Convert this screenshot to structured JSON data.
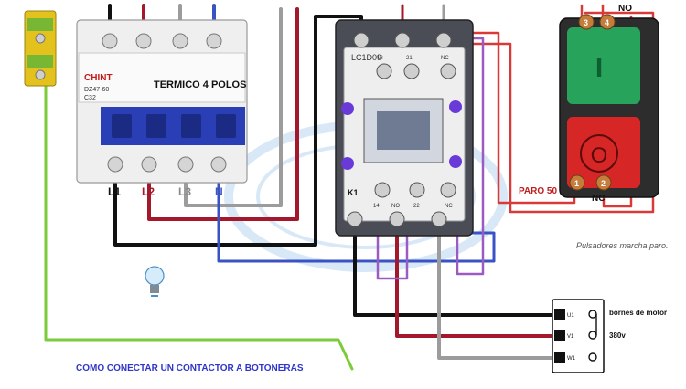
{
  "breaker": {
    "brand": "CHINT",
    "model": "DZ47-60",
    "rating": "C32",
    "title": "TERMICO 4 POLOS",
    "terminals": [
      "L1",
      "L2",
      "L3",
      "N"
    ]
  },
  "contactor": {
    "model": "LC1D09",
    "top_terminals": [
      "13",
      "21",
      "NC"
    ],
    "coil_label": "K1",
    "bottom_terminals": [
      "14",
      "NO",
      "22",
      "NC"
    ]
  },
  "pushbuttons": {
    "top_terminals": [
      "3",
      "4"
    ],
    "top_state": "NO",
    "start_symbol": "I",
    "stop_symbol": "O",
    "bottom_terminals": [
      "1",
      "2"
    ],
    "stop_label": "PARO 50",
    "bottom_state": "NC",
    "caption": "Pulsadores marcha paro."
  },
  "motor": {
    "label": "bornes de motor",
    "voltage": "380v",
    "terminals": [
      "U1",
      "V1",
      "W1"
    ]
  },
  "caption": "COMO CONECTAR UN CONTACTOR A BOTONERAS",
  "colors": {
    "l1": "#111111",
    "l2": "#a3182a",
    "l3": "#9c9c9c",
    "n": "#3a52c4",
    "control": "#d83a3a",
    "aux": "#9b5bc0",
    "earth": "#7ccb3a"
  }
}
